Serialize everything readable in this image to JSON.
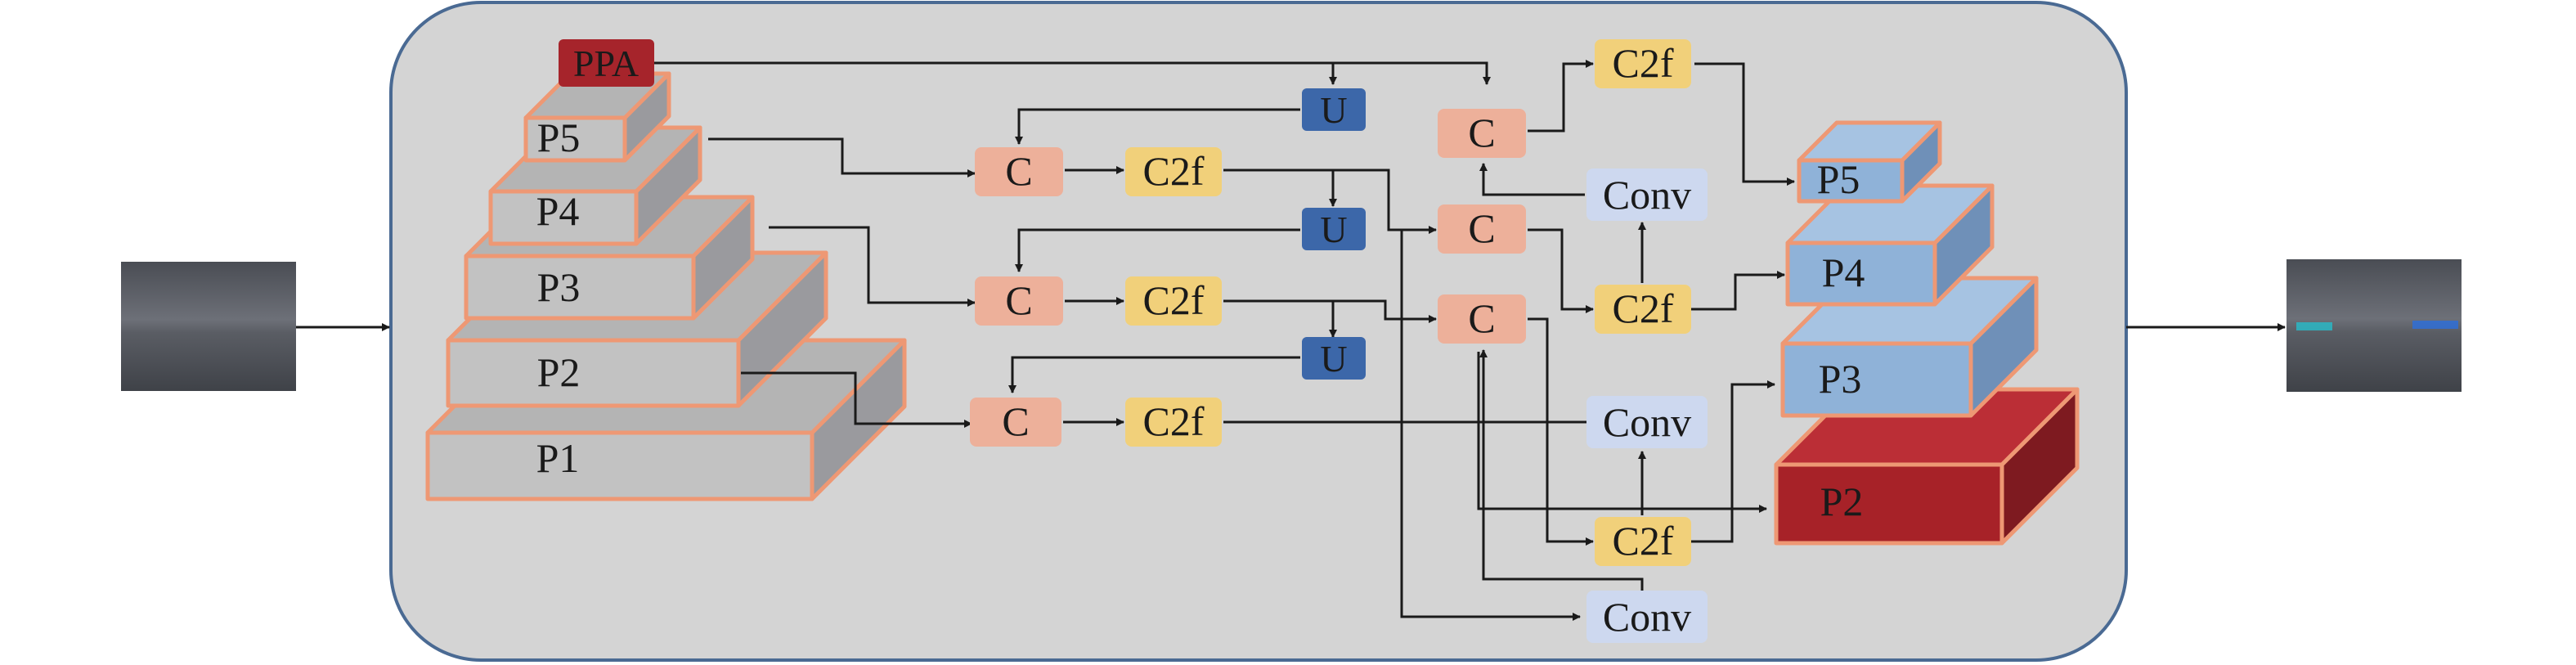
{
  "colors": {
    "panel_fill": "#d4d4d4",
    "panel_stroke": "#4a6a93",
    "gray_face": "#c2c2c2",
    "gray_top": "#b4b4b4",
    "gray_side": "#9a9a9e",
    "orange_edge": "#ee9874",
    "concat_fill": "#edb09a",
    "c2f_fill": "#f1d07a",
    "upsample_fill": "#3c67a9",
    "conv_fill": "#cdd8ef",
    "ppa_fill": "#a6242b",
    "blue_face": "#8fb2d8",
    "blue_top": "#a6c3e2",
    "blue_side": "#6f90b8",
    "red_face": "#a72228",
    "red_top": "#bb2e36",
    "red_side": "#7e1a20",
    "arrow": "#1a1a1a",
    "thumb_fill": "#54575e"
  },
  "backbone": {
    "ppa": "PPA",
    "p5": "P5",
    "p4": "P4",
    "p3": "P3",
    "p2": "P2",
    "p1": "P1"
  },
  "modules": {
    "concat": "C",
    "c2f": "C2f",
    "upsample": "U",
    "conv": "Conv"
  },
  "outputs": {
    "p5": "P5",
    "p4": "P4",
    "p3": "P3",
    "p2": "P2"
  }
}
